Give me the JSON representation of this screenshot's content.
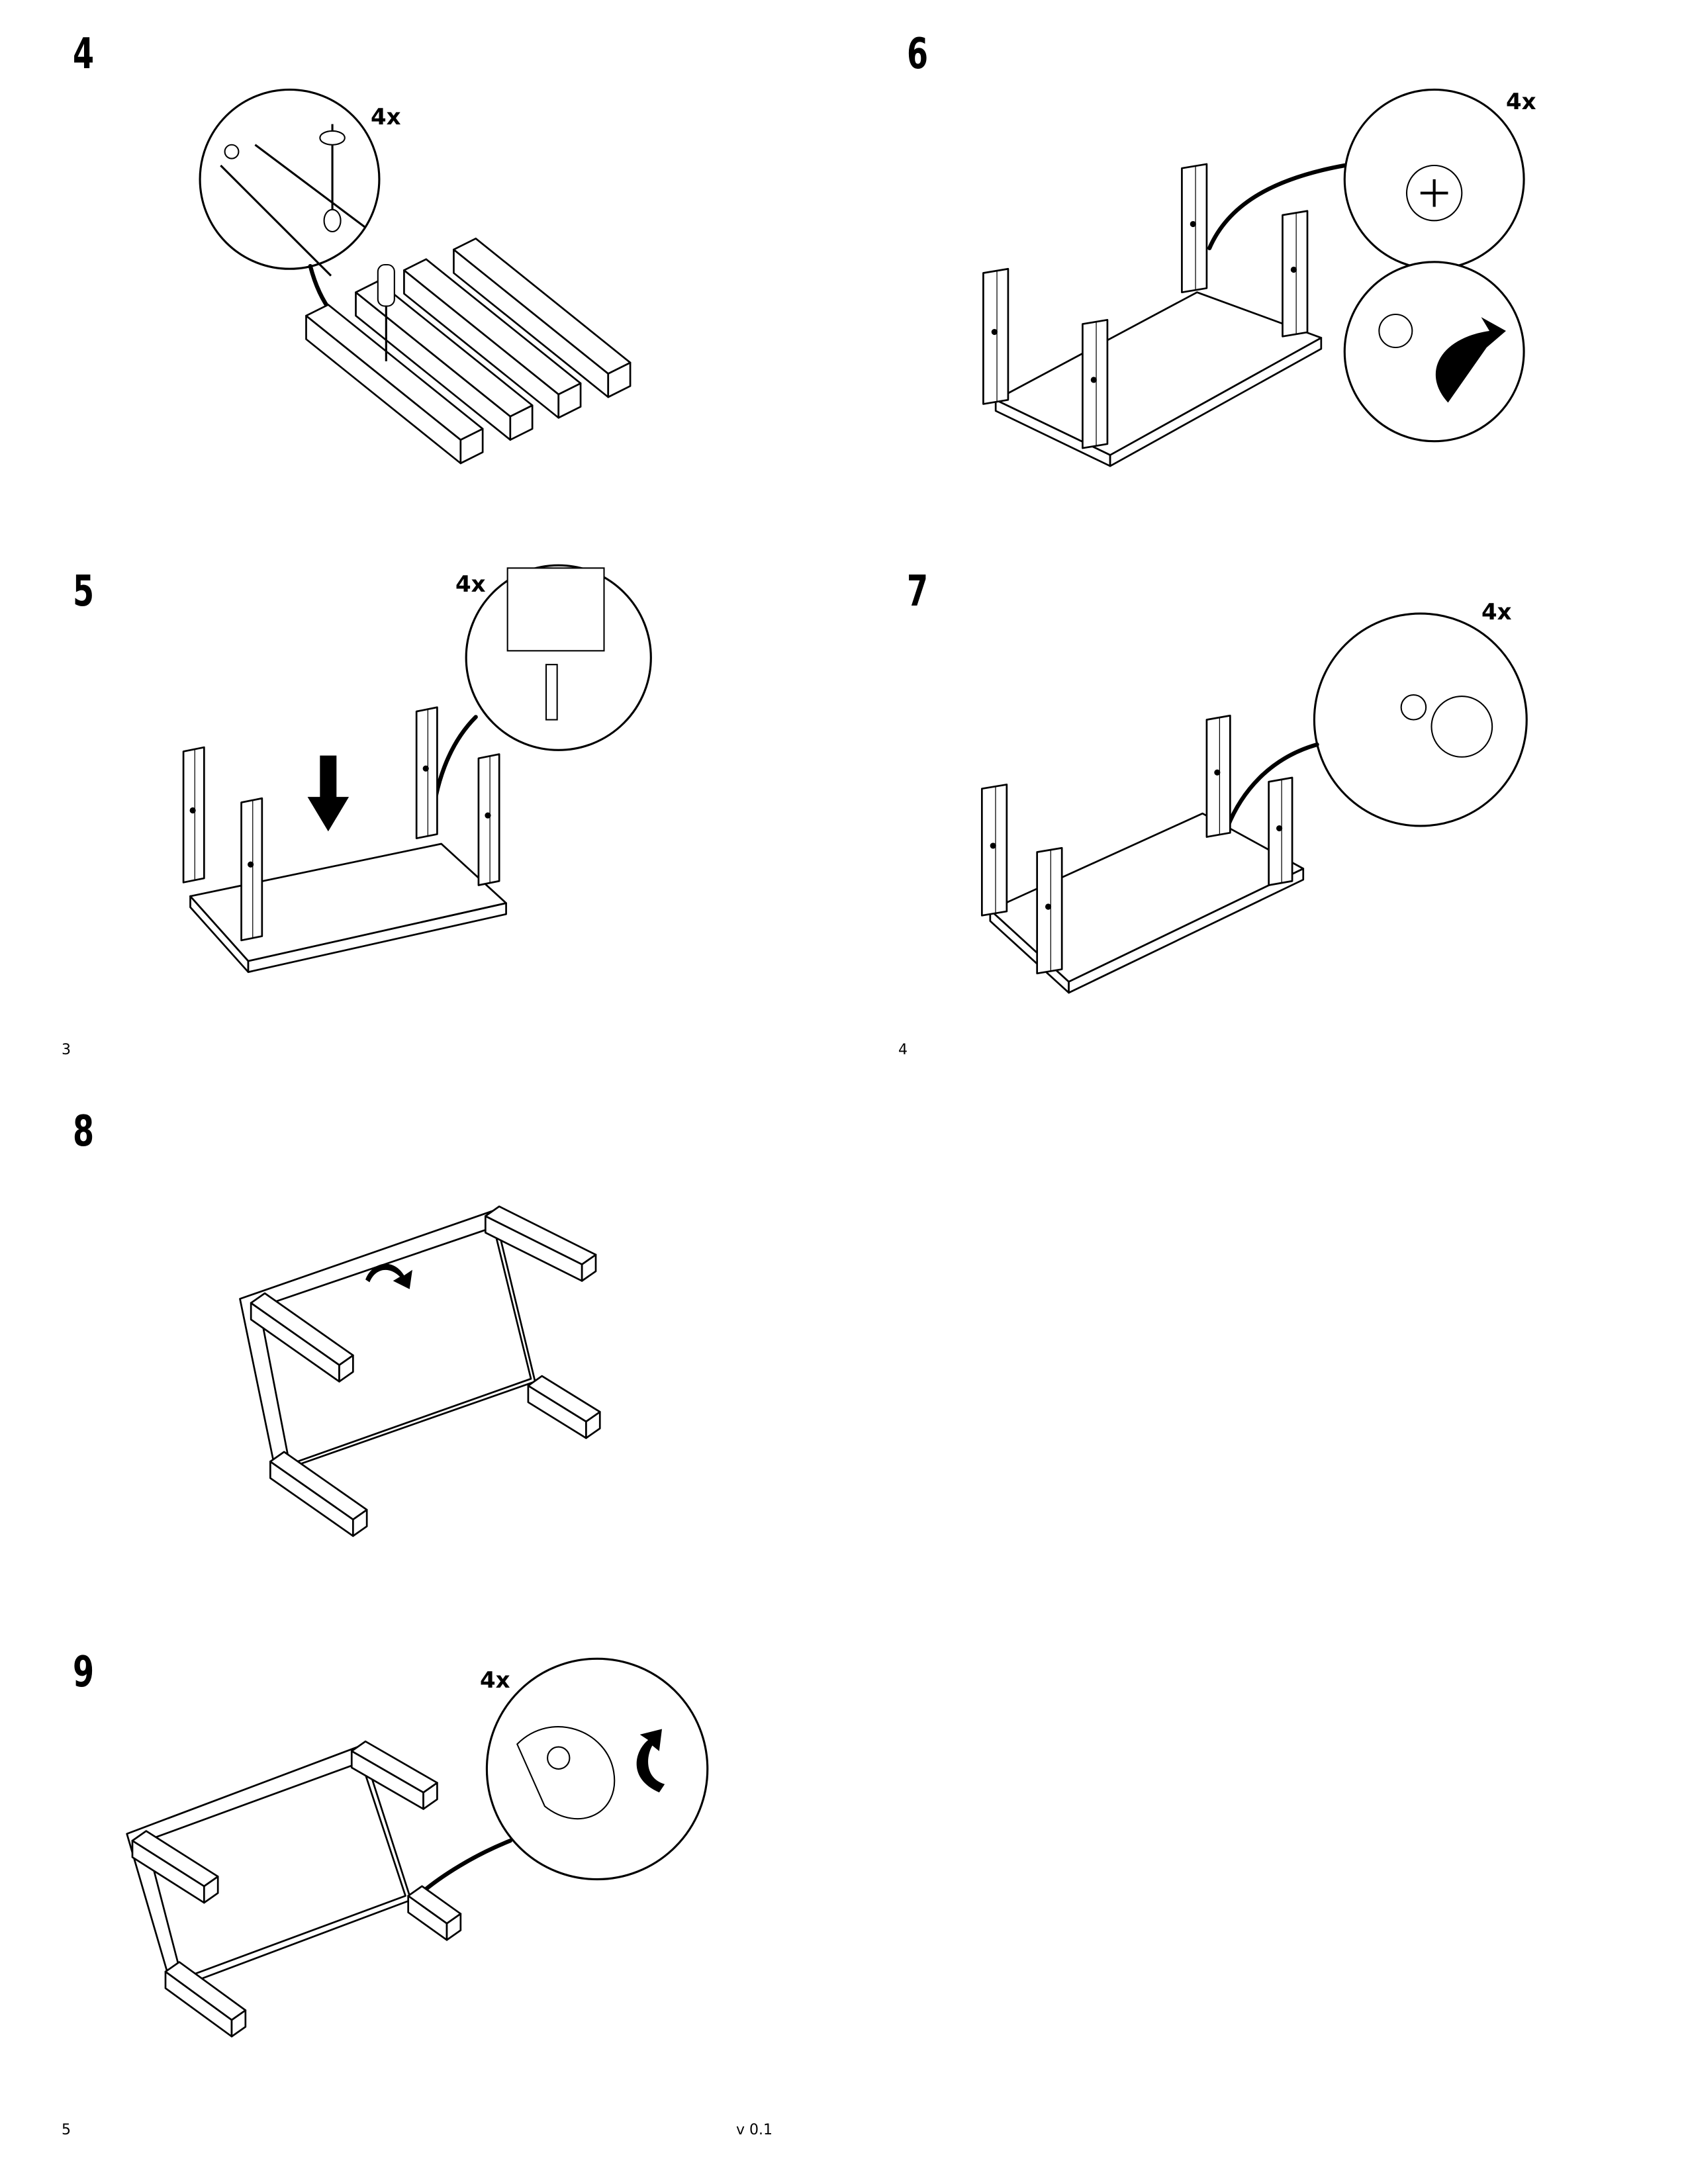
{
  "steps": [
    {
      "number": "4",
      "quantity": "4x"
    },
    {
      "number": "6",
      "quantity": "4x"
    },
    {
      "number": "5",
      "quantity": "4x"
    },
    {
      "number": "7",
      "quantity": "4x"
    },
    {
      "number": "8"
    },
    {
      "number": "9",
      "quantity": "4x"
    }
  ],
  "footer": {
    "page_left_top": "3",
    "page_right_top": "4",
    "page_bottom": "5",
    "version": "v 0.1"
  }
}
